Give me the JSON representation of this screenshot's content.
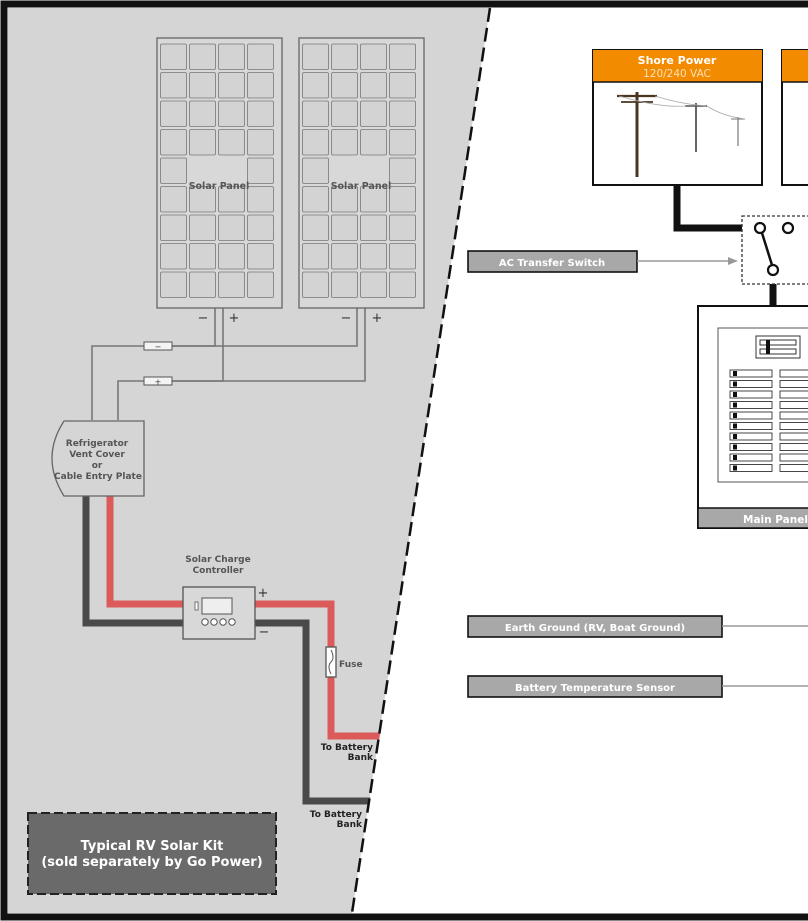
{
  "solar_panels": [
    {
      "label": "Solar Panel",
      "neg": "−",
      "pos": "+"
    },
    {
      "label": "Solar Panel",
      "neg": "−",
      "pos": "+"
    }
  ],
  "combiner": {
    "neg": "−",
    "pos": "+"
  },
  "vent_cover": {
    "line1": "Refrigerator",
    "line2": "Vent Cover",
    "line3": "or",
    "line4": "Cable Entry Plate"
  },
  "charge_controller": {
    "line1": "Solar Charge",
    "line2": "Controller",
    "pos": "+",
    "neg": "−"
  },
  "fuse": {
    "label": "Fuse"
  },
  "battery_labels": [
    {
      "line1": "To Battery",
      "line2": "Bank"
    },
    {
      "line1": "To Battery",
      "line2": "Bank"
    }
  ],
  "kit_box": {
    "line1": "Typical RV Solar Kit",
    "line2": "(sold separately by Go Power)"
  },
  "shore_power": {
    "title": "Shore Power",
    "subtitle": "120/240 VAC"
  },
  "callouts": {
    "ac_transfer_switch": "AC Transfer Switch",
    "earth_ground": "Earth Ground (RV, Boat Ground)",
    "battery_temp_sensor": "Battery Temperature Sensor"
  },
  "main_panel": {
    "label": "Main Panel"
  },
  "colors": {
    "orange": "#f38b00",
    "red_wire": "#dd5a5a",
    "dark_wire": "#4a4a4a",
    "panel_grey": "#d5d5d5",
    "callout_grey": "#a8a8a8",
    "kit_box_grey": "#6a6a6a"
  }
}
